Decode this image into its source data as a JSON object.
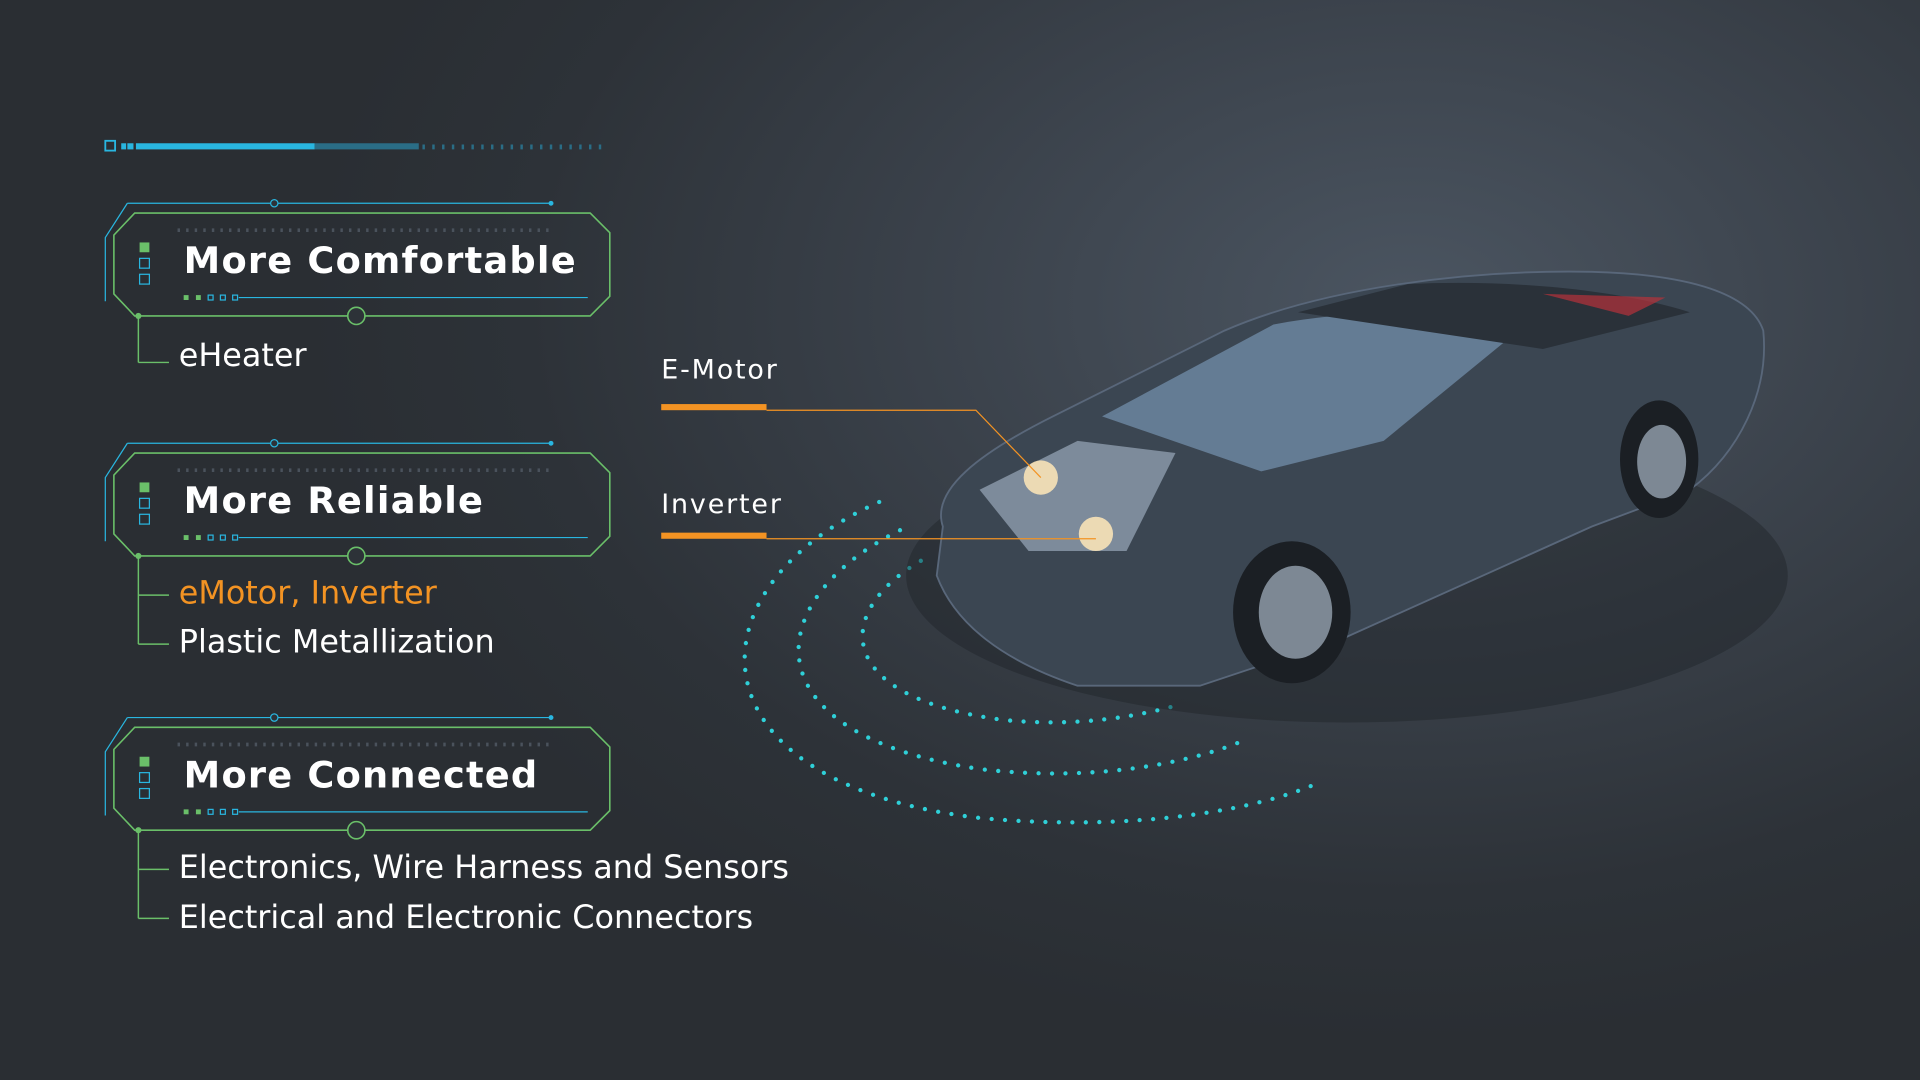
{
  "sections": [
    {
      "title": "More Comfortable",
      "items": [
        {
          "text": "eHeater",
          "color": "#ffffff"
        }
      ]
    },
    {
      "title": "More Reliable",
      "items": [
        {
          "text": "eMotor, Inverter",
          "color": "#f39323"
        },
        {
          "text": "Plastic Metallization",
          "color": "#ffffff"
        }
      ]
    },
    {
      "title": "More Connected",
      "items": [
        {
          "text": "Electronics, Wire Harness and Sensors",
          "color": "#ffffff"
        },
        {
          "text": "Electrical and Electronic Connectors",
          "color": "#ffffff"
        }
      ]
    }
  ],
  "callouts": {
    "emotor": "E-Motor",
    "inverter": "Inverter"
  },
  "colors": {
    "accent_blue": "#29b6e0",
    "accent_green": "#6abf69",
    "accent_orange": "#f39323",
    "dots": "#2fd0d8"
  }
}
